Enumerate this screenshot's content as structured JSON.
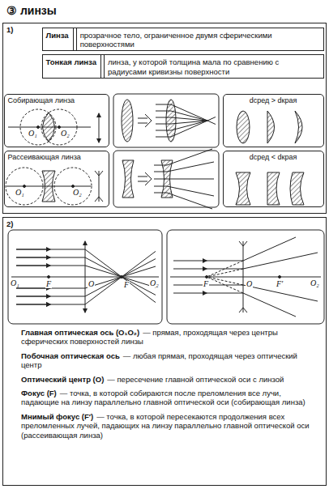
{
  "diagram": {
    "title": "③ линзы",
    "nodes": [
      {
        "text": [
          "1)"
        ]
      },
      {
        "text": [
          "Линза",
          "прозрачное тело, ограниченное двумя сферическими поверхностями"
        ],
        "in": 0
      },
      {
        "text": [
          "Тонкая линза",
          "линза, у которой толщина мала по сравнению с радиусами кривизны поверхности"
        ],
        "in": 0
      },
      {
        "text": [
          "Собирающая линза"
        ],
        "in": 0
      },
      {
        "text": [
          "dсред > dкрая"
        ],
        "in": 0
      },
      {
        "text": [
          "Рассеивающая линза"
        ],
        "in": 0
      },
      {
        "text": [
          "dсред < dкрая"
        ],
        "in": 0
      },
      {
        "text": [
          "2)",
          "Главная оптическая ось (O₁O₂)",
          "— прямая, проходящая через центры сферических поверхностей линзы",
          "Побочная оптическая ось",
          "— любая прямая, проходящая через оптический центр",
          "Оптический центр (O)",
          "— пересечение главной оптической оси с линзой",
          "Фокус (F)",
          "— точка, в которой собираются после преломления все лучи, падающие на линзу параллельно главной оптической оси (собирающая линза)",
          "Мнимый фокус (F′)",
          "— точка, в которой пересекаются продолжения всех преломленных лучей, падающих на линзу параллельно главной оптической оси (рассеивающая линза)"
        ]
      }
    ],
    "labels": [
      "O₁",
      "O₂",
      "O₁",
      "O₂",
      "O₁",
      "F",
      "O",
      "F",
      "O₂",
      "F",
      "O",
      "F′",
      "O₂"
    ]
  }
}
